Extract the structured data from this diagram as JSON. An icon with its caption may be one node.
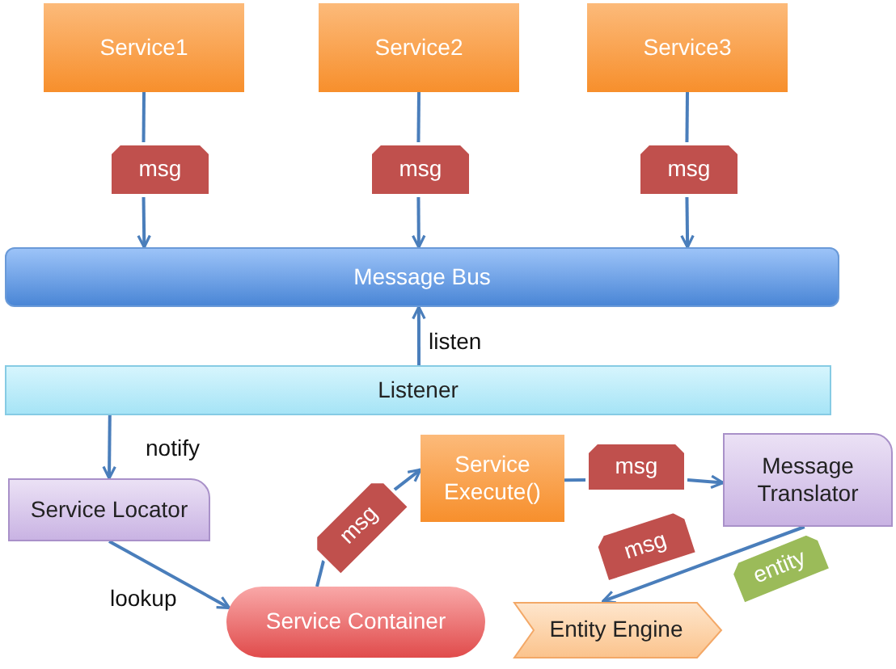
{
  "diagram": {
    "nodes": [
      {
        "text": [
          "Service1"
        ]
      },
      {
        "text": [
          "Service2"
        ]
      },
      {
        "text": [
          "Service3"
        ]
      },
      {
        "text": [
          "msg"
        ]
      },
      {
        "text": [
          "msg"
        ]
      },
      {
        "text": [
          "msg"
        ]
      },
      {
        "text": [
          "Message Bus"
        ]
      },
      {
        "text": [
          "Listener"
        ]
      },
      {
        "text": [
          "Service Locator"
        ]
      },
      {
        "text": [
          "msg"
        ]
      },
      {
        "text": [
          "Service Execute()"
        ]
      },
      {
        "text": [
          "msg"
        ]
      },
      {
        "text": [
          "Message Translator"
        ]
      },
      {
        "text": [
          "msg"
        ]
      },
      {
        "text": [
          "entity"
        ]
      },
      {
        "text": [
          "Service Container"
        ]
      },
      {
        "text": [
          "Entity Engine"
        ]
      }
    ],
    "edges": [
      {
        "from": 0,
        "to": 3,
        "arrow": "none"
      },
      {
        "from": 3,
        "to": 6,
        "arrow": "to"
      },
      {
        "from": 1,
        "to": 4,
        "arrow": "none"
      },
      {
        "from": 4,
        "to": 6,
        "arrow": "to"
      },
      {
        "from": 2,
        "to": 5,
        "arrow": "none"
      },
      {
        "from": 5,
        "to": 6,
        "arrow": "to"
      },
      {
        "from": 7,
        "to": 6,
        "arrow": "to",
        "label": "listen"
      },
      {
        "from": 7,
        "to": 8,
        "arrow": "to",
        "label": "notify"
      },
      {
        "from": 8,
        "to": 15,
        "arrow": "to",
        "label": "lookup"
      },
      {
        "from": 15,
        "to": 9,
        "arrow": "none"
      },
      {
        "from": 9,
        "to": 10,
        "arrow": "to"
      },
      {
        "from": 10,
        "to": 11,
        "arrow": "none"
      },
      {
        "from": 11,
        "to": 12,
        "arrow": "to"
      },
      {
        "from": 12,
        "to": 16,
        "arrow": "to"
      }
    ]
  }
}
